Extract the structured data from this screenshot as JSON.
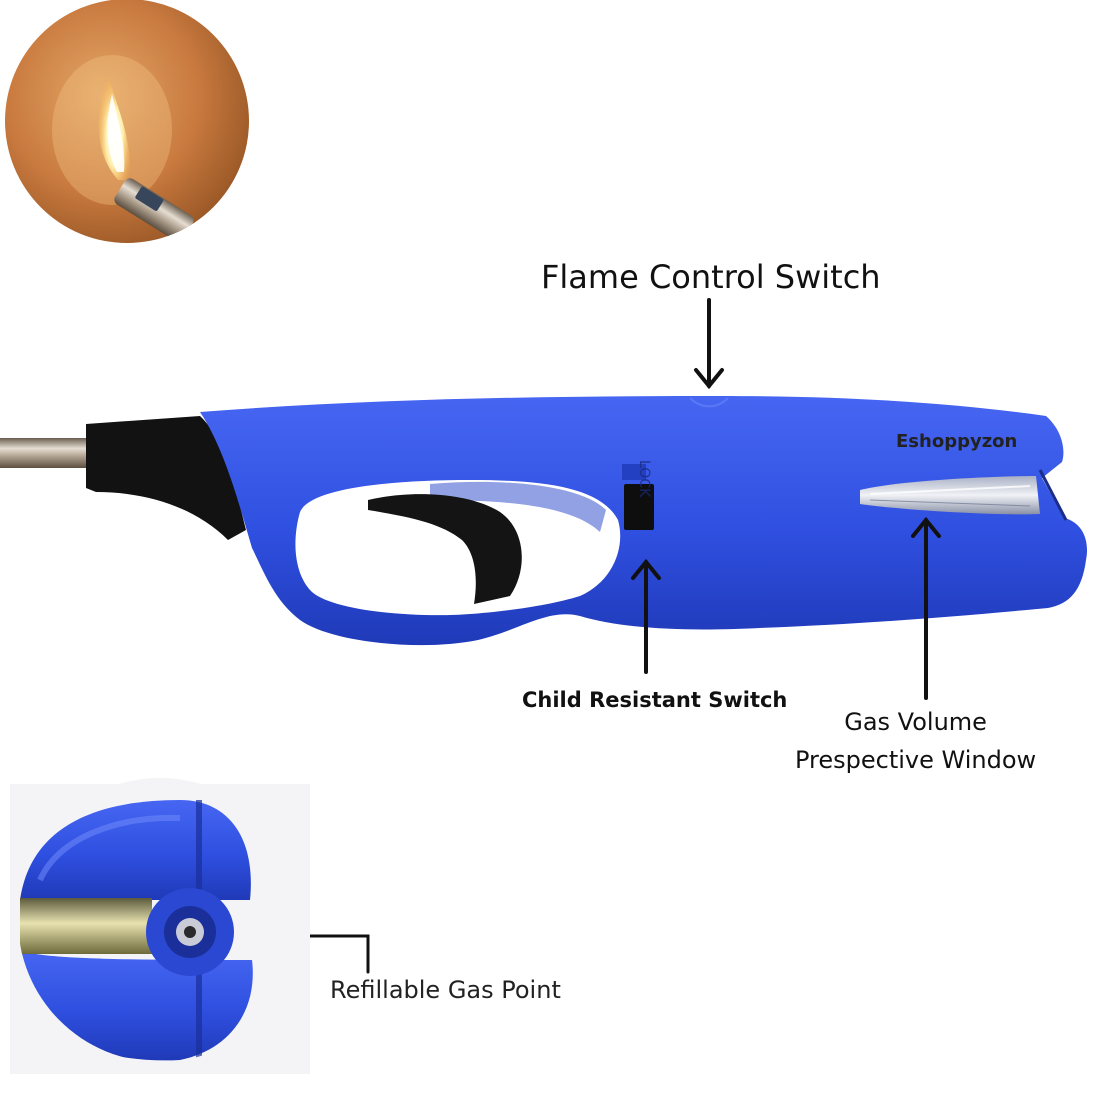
{
  "labels": {
    "flame_control": "Flame Control Switch",
    "brand": "Eshoppyzon",
    "child_resistant": "Child Resistant Switch",
    "gas_volume_line1": "Gas Volume",
    "gas_volume_line2": "Prespective Window",
    "refillable": "Refillable Gas Point",
    "lock_mark": "LOCK"
  },
  "colors": {
    "body_blue": "#2f4fe0",
    "trigger_black": "#111111",
    "tan_background": "#c97a3f"
  }
}
